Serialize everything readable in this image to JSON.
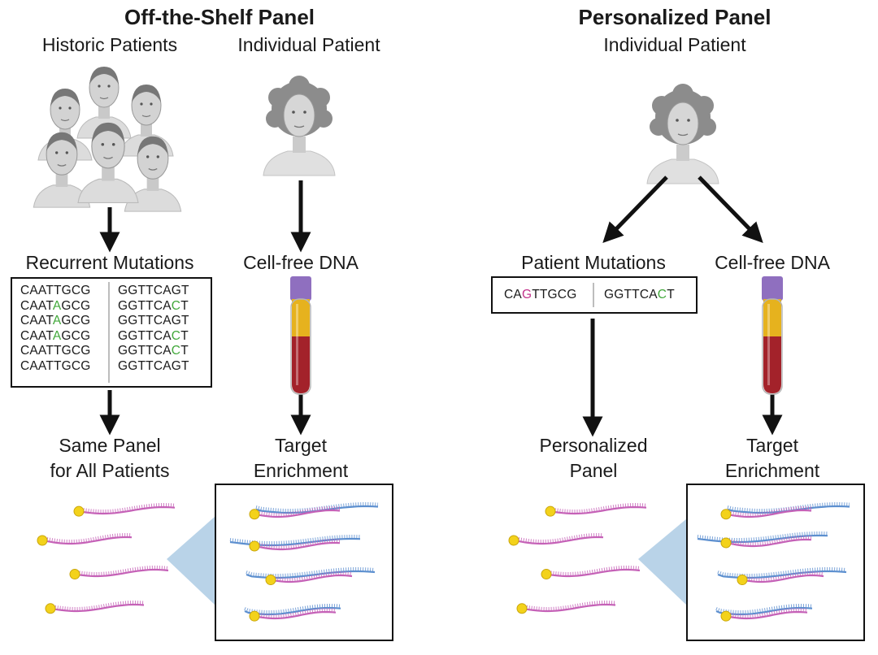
{
  "left_panel": {
    "title": "Off-the-Shelf Panel",
    "historic_label": "Historic Patients",
    "individual_label": "Individual Patient",
    "recurrent_label": "Recurrent Mutations",
    "cfdna_label": "Cell-free DNA",
    "same_panel_line1": "Same Panel",
    "same_panel_line2": "for All Patients",
    "target_line1": "Target",
    "target_line2": "Enrichment",
    "sequences_left": [
      [
        {
          "t": "CAATTGCG"
        }
      ],
      [
        {
          "t": "CAAT"
        },
        {
          "t": "A",
          "m": "g"
        },
        {
          "t": "GCG"
        }
      ],
      [
        {
          "t": "CAAT"
        },
        {
          "t": "A",
          "m": "g"
        },
        {
          "t": "GCG"
        }
      ],
      [
        {
          "t": "CAAT"
        },
        {
          "t": "A",
          "m": "g"
        },
        {
          "t": "GCG"
        }
      ],
      [
        {
          "t": "CAATTGCG"
        }
      ],
      [
        {
          "t": "CAATTGCG"
        }
      ]
    ],
    "sequences_right": [
      [
        {
          "t": "GGTTCAGT"
        }
      ],
      [
        {
          "t": "GGTTCA"
        },
        {
          "t": "C",
          "m": "g"
        },
        {
          "t": "T"
        }
      ],
      [
        {
          "t": "GGTTCAGT"
        }
      ],
      [
        {
          "t": "GGTTCA"
        },
        {
          "t": "C",
          "m": "g"
        },
        {
          "t": "T"
        }
      ],
      [
        {
          "t": "GGTTCA"
        },
        {
          "t": "C",
          "m": "g"
        },
        {
          "t": "T"
        }
      ],
      [
        {
          "t": "GGTTCAGT"
        }
      ]
    ]
  },
  "right_panel": {
    "title": "Personalized Panel",
    "individual_label": "Individual Patient",
    "patient_mut_label": "Patient Mutations",
    "cfdna_label": "Cell-free DNA",
    "personalized_line1": "Personalized",
    "personalized_line2": "Panel",
    "target_line1": "Target",
    "target_line2": "Enrichment",
    "sequence_left": [
      {
        "t": "CA"
      },
      {
        "t": "G",
        "m": "m"
      },
      {
        "t": "TTGCG"
      }
    ],
    "sequence_right": [
      {
        "t": "GGTTCA"
      },
      {
        "t": "C",
        "m": "g"
      },
      {
        "t": "T"
      }
    ]
  },
  "colors": {
    "probe_strand": "#c561b7",
    "target_strand": "#5c8fcf",
    "bead": "#f3d21b",
    "tube_cap": "#8f6fbf",
    "plasma": "#e6b21e",
    "blood": "#a3222a",
    "zoom_wedge": "#b9d3e8",
    "mutation_green": "#41a83a",
    "mutation_magenta": "#c2338b"
  },
  "icons": [
    "group-of-people-icon",
    "patient-portrait-icon",
    "blood-tube-icon",
    "probe-icon",
    "probe-target-duplex-icon"
  ]
}
